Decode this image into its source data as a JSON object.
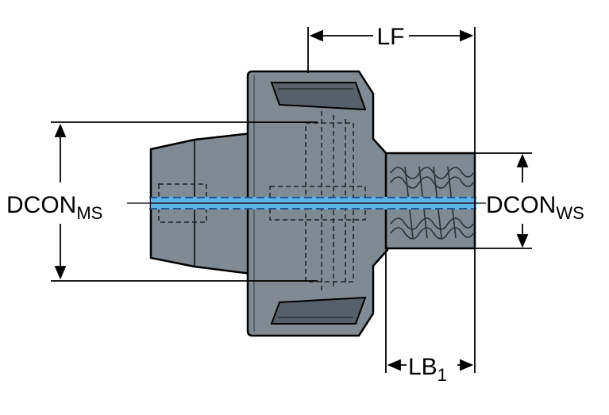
{
  "labels": {
    "lf": "LF",
    "lb_main": "LB",
    "lb_sub": "1",
    "dcon_ms_main": "DCON",
    "dcon_ms_sub": "MS",
    "dcon_ws_main": "DCON",
    "dcon_ws_sub": "WS"
  },
  "colors": {
    "body": "#7f8a92",
    "body_dark": "#4b5359",
    "outline": "#000000",
    "coolant": "#5fb4e6",
    "coolant_dash": "#0b3b7a"
  }
}
